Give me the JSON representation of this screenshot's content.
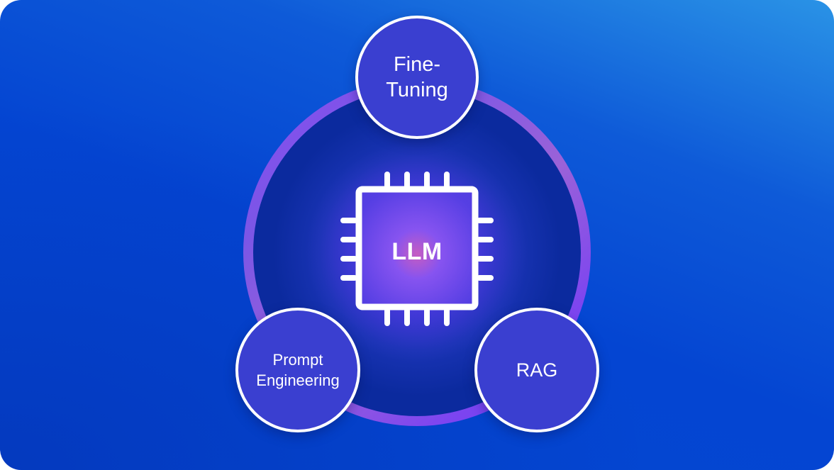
{
  "diagram": {
    "center_label": "LLM",
    "nodes": {
      "fine_tuning": {
        "line1": "Fine-",
        "line2": "Tuning"
      },
      "prompt_engineering": {
        "line1": "Prompt",
        "line2": "Engineering"
      },
      "rag": {
        "label": "RAG"
      }
    }
  },
  "colors": {
    "background_start": "#2a93e6",
    "background_end": "#0445d2",
    "ring": "#8a4cf2",
    "node_fill": "#3a3fd0",
    "node_border": "#ffffff",
    "chip_stroke": "#ffffff"
  },
  "icons": {
    "center": "processor-chip-icon"
  }
}
